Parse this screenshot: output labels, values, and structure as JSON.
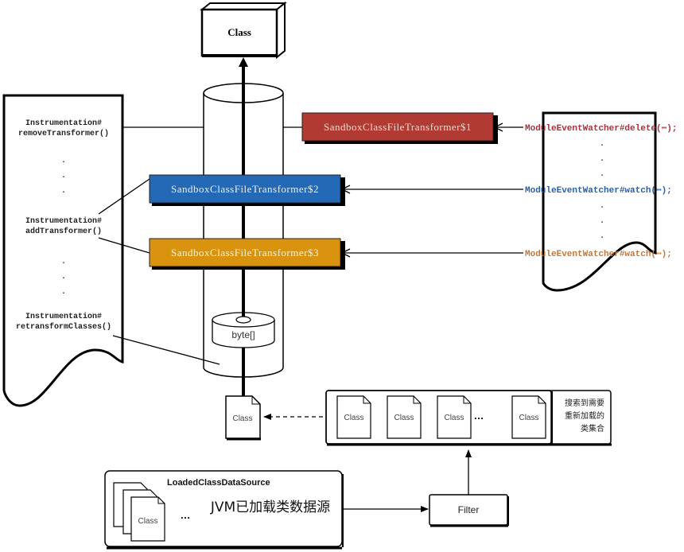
{
  "class_box": {
    "label": "Class"
  },
  "instrumentation_doc": {
    "remove_transformer": [
      "Instrumentation#",
      "removeTransformer()"
    ],
    "add_transformer": [
      "Instrumentation#",
      "addTransformer()"
    ],
    "retransform_classes": [
      "Instrumentation#",
      "retransformClasses()"
    ],
    "ellipsis": "."
  },
  "transformers": [
    {
      "label": "SandboxClassFileTransformer$1",
      "color": "#b13a33",
      "text_color": "#f5d8d0"
    },
    {
      "label": "SandboxClassFileTransformer$2",
      "color": "#2369b5",
      "text_color": "#e6efff"
    },
    {
      "label": "SandboxClassFileTransformer$3",
      "color": "#d9930f",
      "text_color": "#fff3cc"
    }
  ],
  "watcher_calls": [
    {
      "label": "ModuleEventWatcher#delete(⋯);",
      "color": "#a8323a"
    },
    {
      "label": "ModuleEventWatcher#watch(⋯);",
      "color": "#2a5fa8"
    },
    {
      "label": "ModuleEventWatcher#watch(⋯);",
      "color": "#c4783a"
    }
  ],
  "byte_array": {
    "label": "byte[]"
  },
  "output_class": {
    "label": "Class"
  },
  "search_set": {
    "classes": [
      "Class",
      "Class",
      "Class",
      "Class"
    ],
    "ellipsis": "…",
    "description": [
      "搜索到需要",
      "重新加载的",
      "类集合"
    ]
  },
  "data_source": {
    "title": "LoadedClassDataSource",
    "front_class": "Class",
    "ellipsis": "…",
    "description": "JVM已加载类数据源"
  },
  "filter": {
    "label": "Filter"
  }
}
